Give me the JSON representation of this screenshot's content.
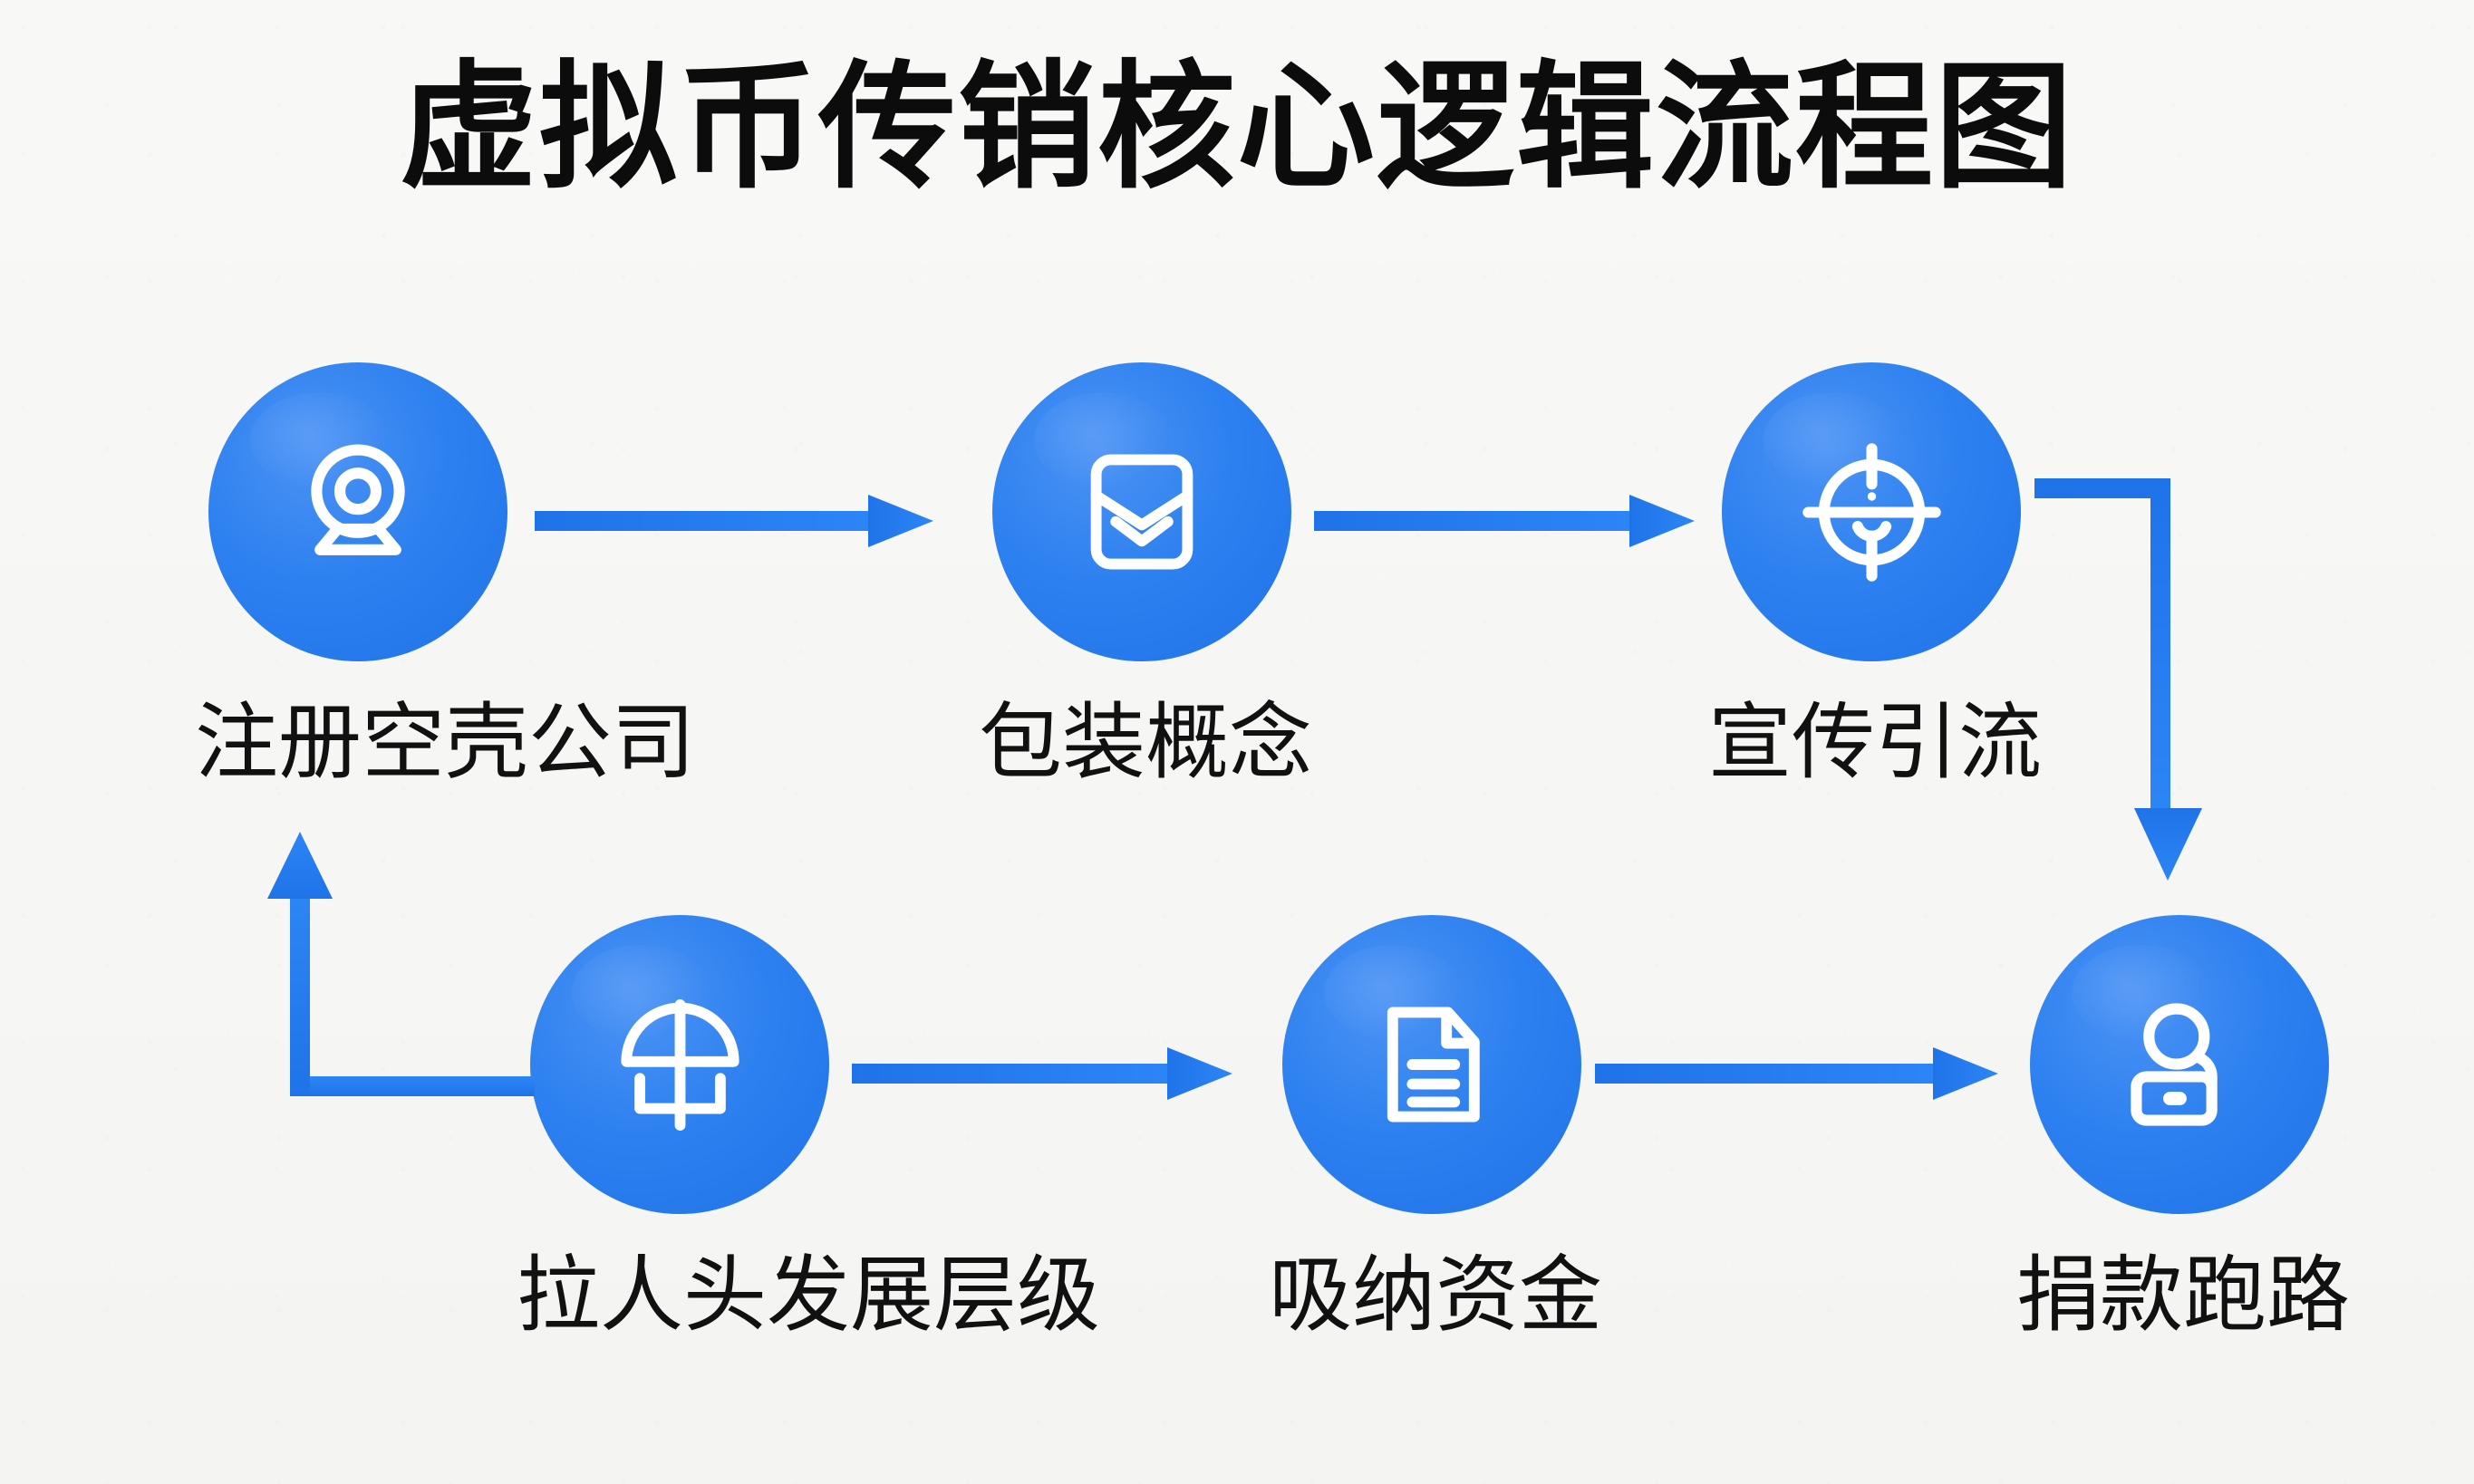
{
  "page": {
    "title": "虚拟币传销核心逻辑流程图",
    "background_color": "#f7f7f6",
    "accent_color": "#2c80ef",
    "title_color": "#0c0c0c",
    "label_color": "#111111"
  },
  "flow": {
    "nodes": [
      {
        "id": "n1",
        "label": "注册空壳公司",
        "icon": "user-avatar-icon",
        "row": "top",
        "order": 1
      },
      {
        "id": "n2",
        "label": "包装概念",
        "icon": "envelope-icon",
        "row": "top",
        "order": 2
      },
      {
        "id": "n3",
        "label": "宣传引流",
        "icon": "crosshair-icon",
        "row": "top",
        "order": 3
      },
      {
        "id": "n4",
        "label": "拉人头发展层级",
        "icon": "umbrella-icon",
        "row": "bottom",
        "order": 4
      },
      {
        "id": "n5",
        "label": "吸纳资金",
        "icon": "document-icon",
        "row": "bottom",
        "order": 5
      },
      {
        "id": "n6",
        "label": "捐款跑路",
        "icon": "person-desk-icon",
        "row": "bottom",
        "order": 6
      }
    ],
    "connectors": [
      {
        "id": "c1",
        "from": "n1",
        "to": "n2",
        "shape": "straight-right",
        "icon": "arrow-right-icon"
      },
      {
        "id": "c2",
        "from": "n2",
        "to": "n3",
        "shape": "straight-right",
        "icon": "arrow-right-icon"
      },
      {
        "id": "c3",
        "from": "n3",
        "to": "n6",
        "shape": "elbow-right-down",
        "icon": "arrow-down-icon"
      },
      {
        "id": "c4",
        "from": "n4",
        "to": "n5",
        "shape": "straight-right",
        "icon": "arrow-right-icon"
      },
      {
        "id": "c5",
        "from": "n5",
        "to": "n6",
        "shape": "straight-right",
        "icon": "arrow-right-icon"
      },
      {
        "id": "c6",
        "from": "n4",
        "to": "n1",
        "shape": "elbow-left-up",
        "icon": "arrow-up-icon"
      }
    ]
  },
  "chart_data": {
    "type": "diagram",
    "title": "虚拟币传销核心逻辑流程图",
    "diagram_kind": "cyclic process flow",
    "steps": [
      "注册空壳公司",
      "包装概念",
      "宣传引流",
      "捐款跑路",
      "吸纳资金",
      "拉人头发展层级"
    ],
    "edges": [
      [
        "注册空壳公司",
        "包装概念"
      ],
      [
        "包装概念",
        "宣传引流"
      ],
      [
        "宣传引流",
        "捐款跑路"
      ],
      [
        "拉人头发展层级",
        "吸纳资金"
      ],
      [
        "吸纳资金",
        "捐款跑路"
      ],
      [
        "拉人头发展层级",
        "注册空壳公司"
      ]
    ],
    "node_count": 6,
    "edge_count": 6
  }
}
